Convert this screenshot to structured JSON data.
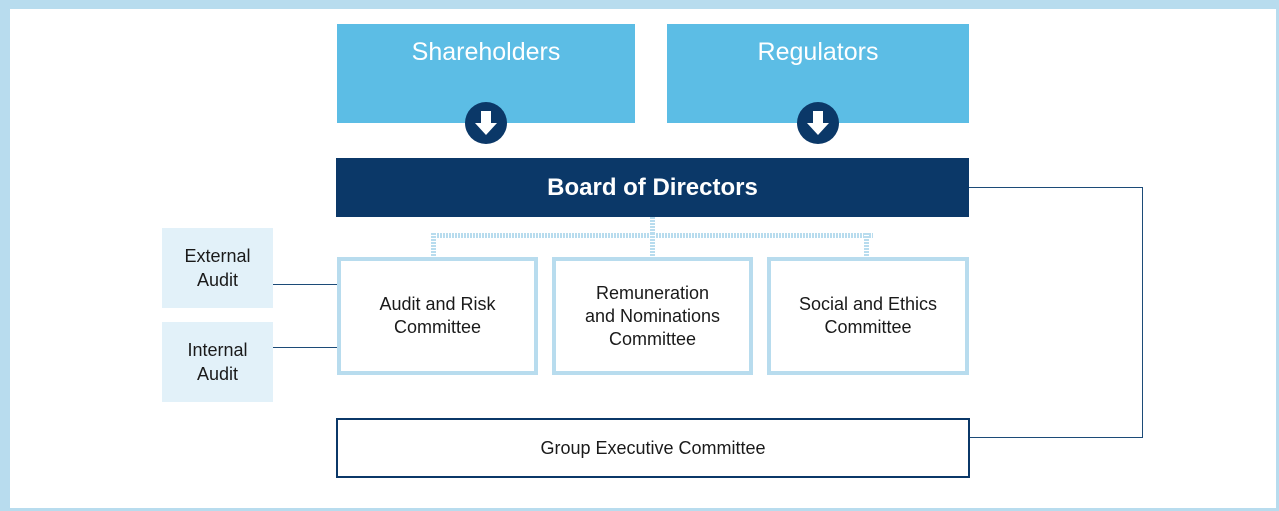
{
  "nodes": {
    "shareholders": "Shareholders",
    "regulators": "Regulators",
    "board": "Board of Directors",
    "committees": [
      {
        "line1": "Audit and Risk",
        "line2": "Committee",
        "line3": ""
      },
      {
        "line1": "Remuneration",
        "line2": "and Nominations",
        "line3": "Committee"
      },
      {
        "line1": "Social and Ethics",
        "line2": "Committee",
        "line3": ""
      }
    ],
    "external_audit": {
      "line1": "External",
      "line2": "Audit"
    },
    "internal_audit": {
      "line1": "Internal",
      "line2": "Audit"
    },
    "executive": "Group Executive Committee"
  },
  "colors": {
    "light_blue": "#5cbde5",
    "navy": "#0b3868",
    "pale_blue": "#b8dcee",
    "audit_fill": "#e2f1f9"
  },
  "icons": [
    "arrow-down-icon",
    "arrow-down-icon"
  ]
}
